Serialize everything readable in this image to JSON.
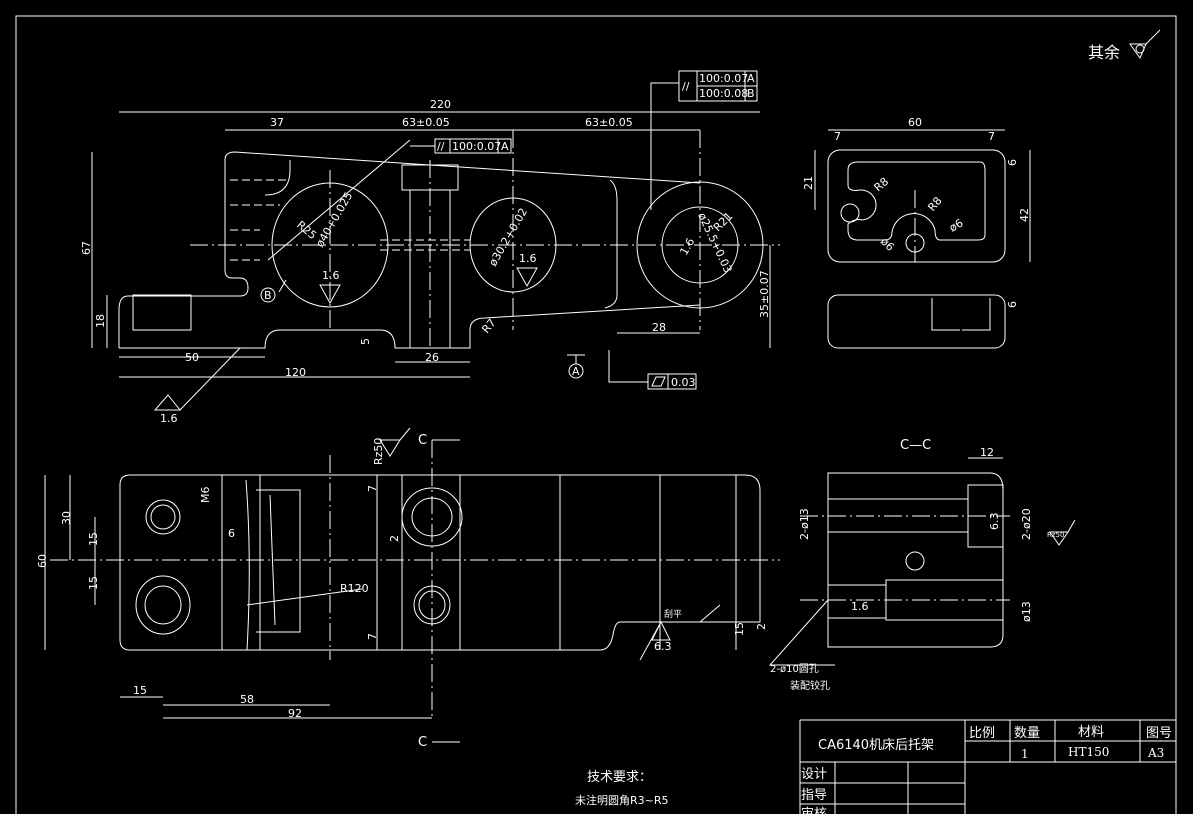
{
  "drawing": {
    "general_roughness": "其余",
    "front_view": {
      "dims": {
        "overall": "220",
        "d37": "37",
        "d63a": "63±0.05",
        "d63b": "63±0.05",
        "h67": "67",
        "h18": "18",
        "h35": "35±0.07",
        "d50": "50",
        "d120": "120",
        "d26": "26",
        "d5": "5",
        "d28": "28",
        "r25": "R25",
        "r7": "R7",
        "r21": "R21",
        "dia40": "ø40+0.025",
        "dia30": "ø30.2+0.02",
        "dia25": "ø25.5+0.03"
      },
      "roughness": [
        "1.6",
        "1.6",
        "1.6",
        "1.6"
      ],
      "tolerance_frame_1": {
        "symbol": "//",
        "value": "100:0.07",
        "datum": "A"
      },
      "tolerance_frame_2": {
        "symbol": "//",
        "rows": [
          {
            "value": "100:0.07",
            "datum": "A"
          },
          {
            "value": "100:0.08",
            "datum": "B"
          }
        ]
      },
      "flatness_frame": {
        "value": "0.03"
      },
      "datum_a": "A",
      "datum_b": "B"
    },
    "side_view": {
      "dims": {
        "w60": "60",
        "w7a": "7",
        "w7b": "7",
        "h21": "21",
        "h42": "42",
        "h6a": "6",
        "h6b": "6",
        "r8a": "R8",
        "r8b": "R8",
        "dia6a": "ø6",
        "dia6b": "ø6"
      }
    },
    "bottom_view": {
      "dims": {
        "h60": "60",
        "h30": "30",
        "h15a": "15",
        "h15b": "15",
        "m6": "M6",
        "d6": "6",
        "d2": "2",
        "r120": "R120",
        "d7a": "7",
        "d7b": "7",
        "d15x": "15",
        "d58": "58",
        "d92": "92",
        "d15r": "15",
        "d2r": "2"
      },
      "roughness_rz50": "Rz50",
      "roughness_63": "6.3",
      "note_flat": "刮平",
      "section_mark": "C"
    },
    "section_cc": {
      "title": "C—C",
      "dims": {
        "w12": "12",
        "dia13a": "2-ø13",
        "dia20": "2-ø20",
        "dia13b": "ø13"
      },
      "roughness": {
        "rz50": "Rz50",
        "r63": "6.3",
        "r16": "1.6"
      },
      "note_1": "2-ø10圆孔",
      "note_2": "装配铰孔"
    },
    "tech_req": {
      "title": "技术要求：",
      "line1": "未注明圆角R3~R5"
    }
  },
  "title_block": {
    "name": "CA6140机床后托架",
    "scale_label": "比例",
    "qty_label": "数量",
    "material_label": "材料",
    "drawing_no_label": "图号",
    "scale_value": "",
    "qty_value": "1",
    "material_value": "HT150",
    "drawing_no_value": "A3",
    "design_label": "设计",
    "guide_label": "指导",
    "review_label": "审核"
  }
}
